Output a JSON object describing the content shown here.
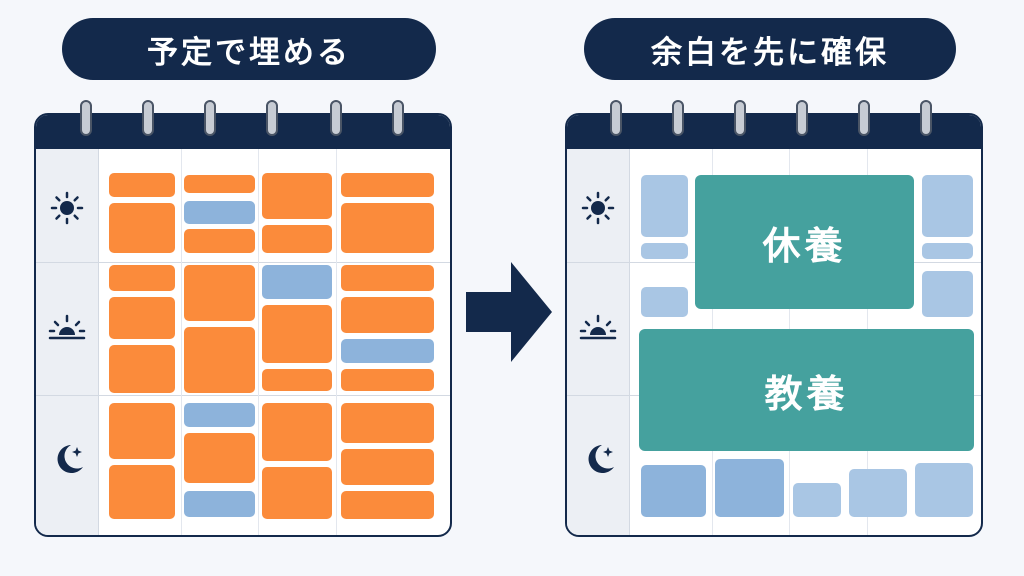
{
  "left_panel": {
    "title": "予定で埋める"
  },
  "right_panel": {
    "title": "余白を先に確保",
    "block_rest": "休養",
    "block_culture": "教養"
  },
  "icons": [
    "sun-icon",
    "sunset-icon",
    "moon-icon"
  ],
  "colors": {
    "navy": "#13294b",
    "orange": "#fb8b3b",
    "blue": "#8db3db",
    "teal": "#45a19e"
  }
}
